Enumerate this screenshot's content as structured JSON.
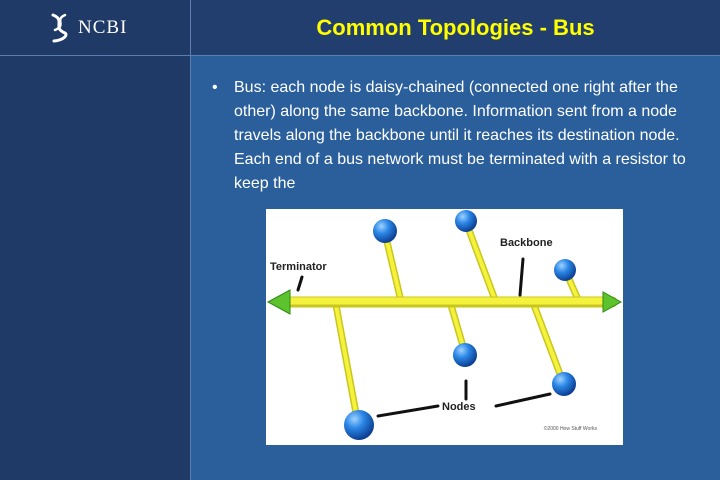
{
  "logo": {
    "text": "NCBI"
  },
  "slide": {
    "title": "Common Topologies - Bus",
    "bullet_char": "•",
    "bullet_text": "Bus: each node is daisy-chained (connected one right after the other) along the same backbone. Information sent from a node travels along the backbone until it reaches its destination node. Each end of a bus network must be terminated with a resistor to keep the"
  },
  "diagram": {
    "labels": {
      "terminator": "Terminator",
      "backbone": "Backbone",
      "nodes": "Nodes"
    },
    "copyright": "©2000 How Stuff Works"
  },
  "colors": {
    "background": "#2b5f9c",
    "header": "#223e6e",
    "sidebar": "#1f3a66",
    "title": "#ffff00",
    "bus": "#f2f03a",
    "terminator": "#5cc22e",
    "node": "#1e74d6"
  }
}
